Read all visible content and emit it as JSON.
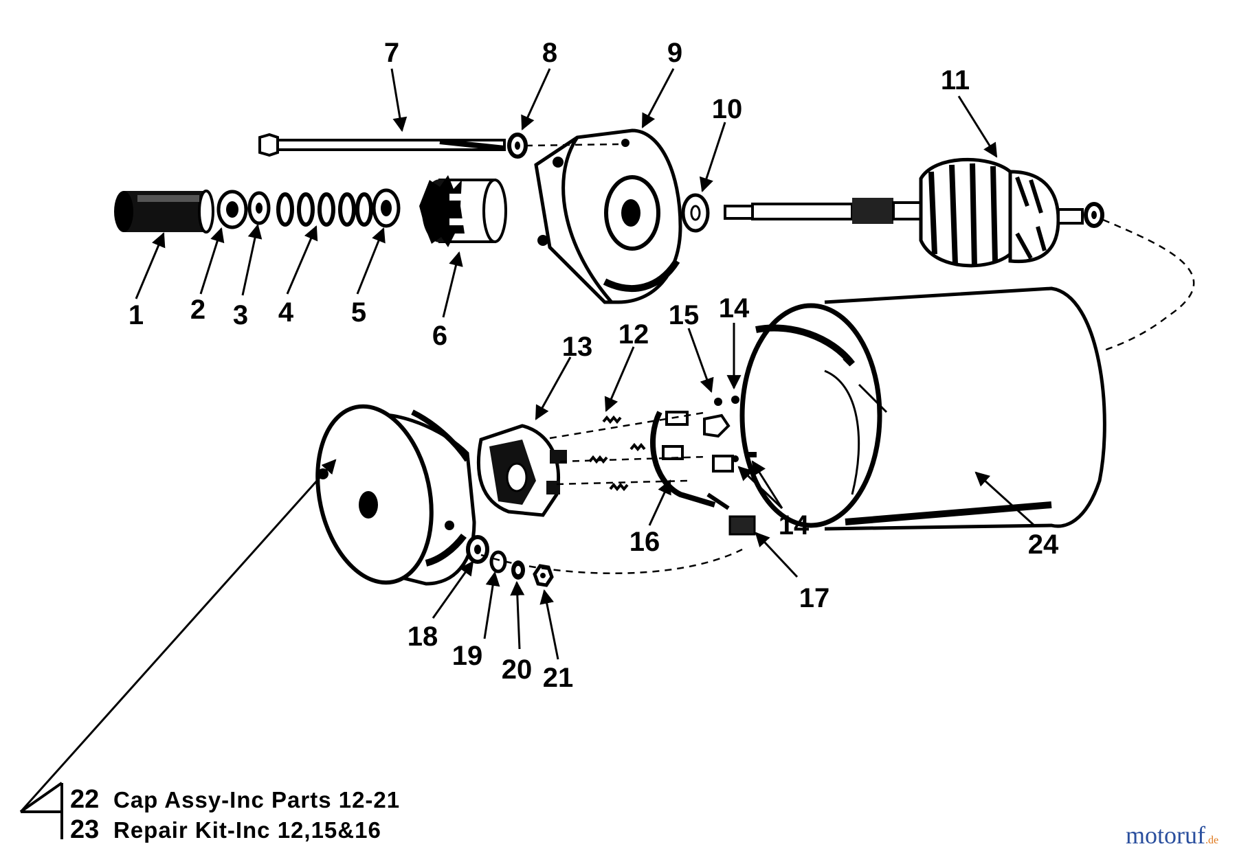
{
  "callouts": [
    "1",
    "2",
    "3",
    "4",
    "5",
    "6",
    "7",
    "8",
    "9",
    "10",
    "11",
    "12",
    "13",
    "14",
    "14",
    "15",
    "16",
    "17",
    "18",
    "19",
    "20",
    "21",
    "24"
  ],
  "legend": [
    {
      "num": "22",
      "text": "Cap Assy-Inc Parts 12-21"
    },
    {
      "num": "23",
      "text": "Repair Kit-Inc 12,15&16"
    }
  ],
  "watermark": {
    "main": "motoruf",
    "suffix": ".de"
  },
  "colors": {
    "ink": "#000000",
    "paper": "#ffffff",
    "watermark_blue": "#2a4f9e",
    "watermark_orange": "#e07a1f"
  }
}
